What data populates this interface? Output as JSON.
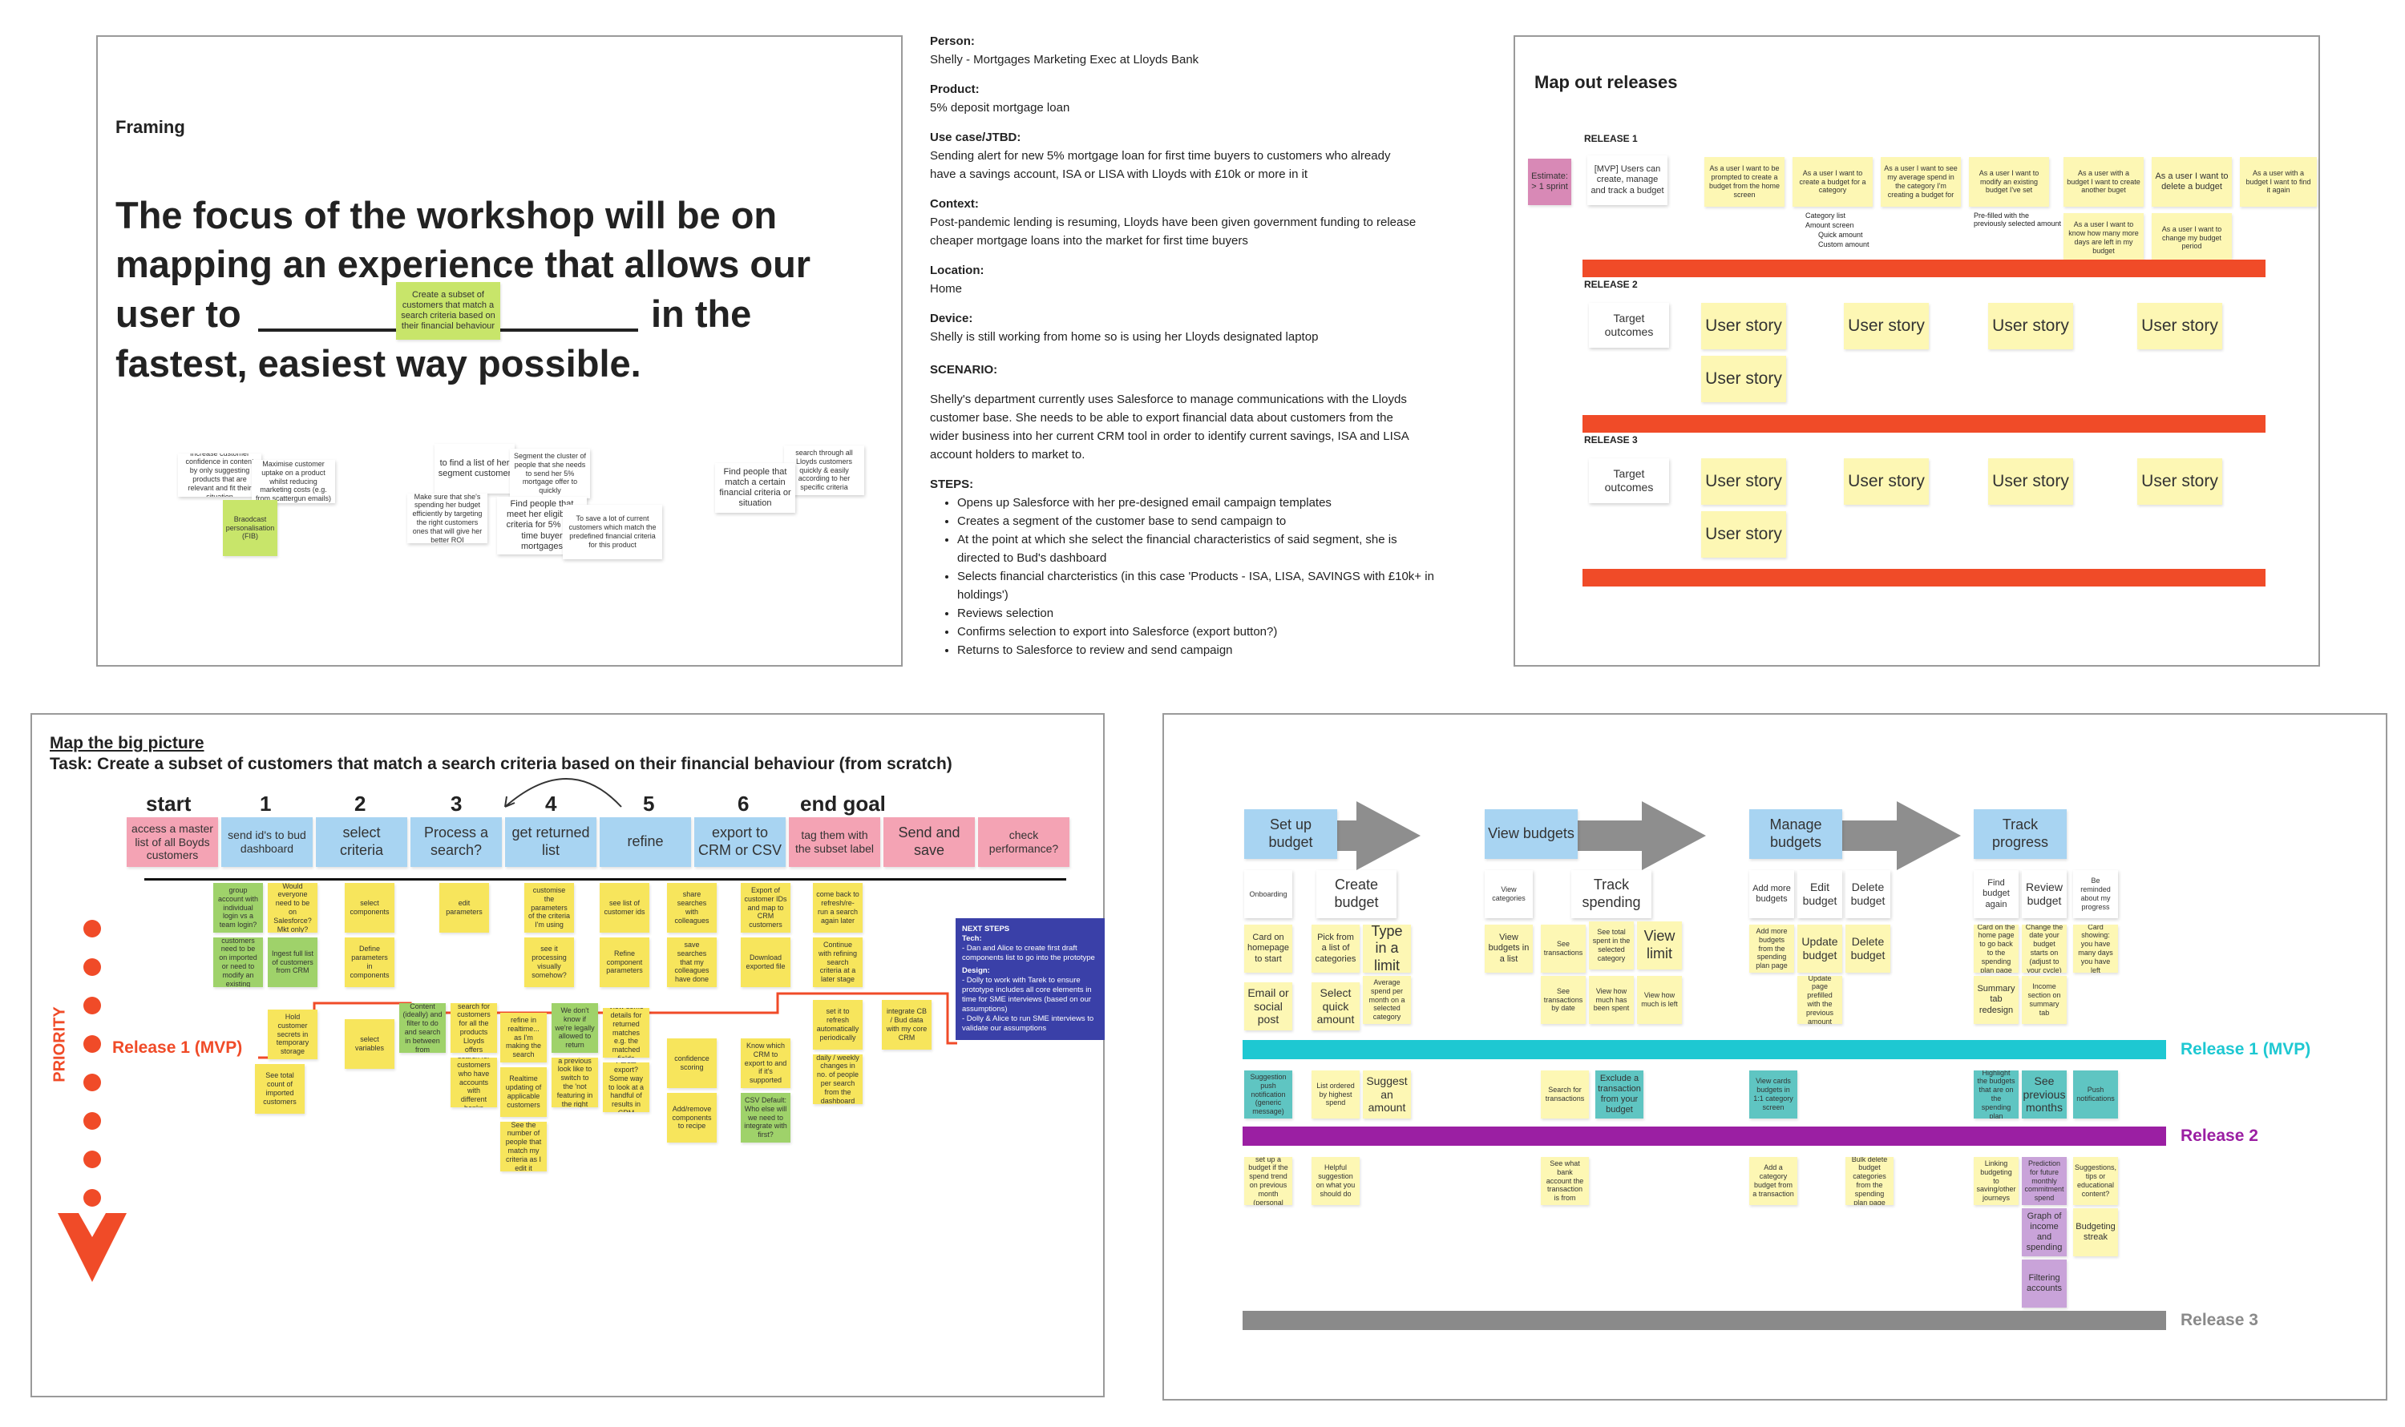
{
  "framing": {
    "title": "Framing",
    "headline_a": "The focus of the workshop will be on",
    "headline_b": "mapping an experience that allows our",
    "headline_c1": "user to",
    "headline_c2": "in the",
    "headline_d": "fastest, easiest way possible.",
    "blank_note": "Create a subset of customers that match a search criteria based on their financial behaviour",
    "notes": [
      "Increase customer confidence in content by only suggesting products that are relevant and fit their situation",
      "Maximise customer uptake on a product whilst reducing marketing costs (e.g. from scattergun emails)",
      "Braodcast personalisation (FIB)",
      "to find a list of her segment customer",
      "Segment the cluster of people that she needs to send her 5% mortgage offer to quickly",
      "Make sure that she's spending her budget efficiently by targeting the right customers ones that will give her better ROI",
      "Find people that meet her eligibility criteria for 5% first time buyer mortgages",
      "To save a lot of current customers which match the predefined financial criteria for this product",
      "search through all Lloyds customers quickly & easily according to her specific criteria",
      "Find people that match a certain financial criteria or situation"
    ]
  },
  "persona": {
    "person_label": "Person:",
    "person": "Shelly - Mortgages Marketing Exec at Lloyds Bank",
    "product_label": "Product:",
    "product": "5% deposit mortgage loan",
    "usecase_label": "Use case/JTBD:",
    "usecase_1": "Sending alert for new 5% mortgage loan for first time buyers to customers who already",
    "usecase_2": "have a savings account, ISA or LISA with Lloyds with £10k or more in it",
    "context_label": "Context:",
    "context_1": "Post-pandemic lending is resuming, Lloyds have been given government funding to release",
    "context_2": "cheaper mortgage loans into the market for first time buyers",
    "location_label": "Location:",
    "location": "Home",
    "device_label": "Device:",
    "device": "Shelly is still working from home so is using her Lloyds designated laptop",
    "scenario_label": "SCENARIO:",
    "scenario_1": "Shelly's department currently uses Salesforce to manage communications with the Lloyds",
    "scenario_2": "customer base. She needs to be able to export financial data about customers from the",
    "scenario_3": "wider business into her current CRM tool in order to identify current savings, ISA and LISA",
    "scenario_4": "account holders to market to.",
    "steps_label": "STEPS:",
    "steps": [
      "Opens up Salesforce with her pre-designed email campaign templates",
      "Creates a segment of the customer base to send campaign to",
      "At the point at which she select the financial characteristics of said segment, she is",
      "directed to Bud's dashboard",
      "Selects financial charcteristics (in this case 'Products - ISA, LISA, SAVINGS with £10k+ in",
      "holdings')",
      "Reviews selection",
      "Confirms selection to export into Salesforce (export button?)",
      "Returns to Salesforce to review and send campaign"
    ]
  },
  "releases": {
    "title": "Map out releases",
    "release_1": "RELEASE 1",
    "release_2": "RELEASE 2",
    "release_3": "RELEASE 3",
    "estimate": "Estimate: > 1 sprint",
    "mvp_note": "[MVP] Users can create, manage and track a budget",
    "stories": [
      "As a user I want to be prompted to create a budget from the home screen",
      "As a user I want to create a budget for a category",
      "As a user I want to see my average spend in the category I'm creating a budget for",
      "As a user I want to modify an existing budget I've set",
      "As a user with a budget I want to create another buget",
      "As a user I want to delete a budget",
      "As a user with a budget I want to find it again"
    ],
    "stories_row2": [
      "As a user I want to know how many more days are left in my budget",
      "As a user I want to change my budget period"
    ],
    "sub_1": "Category list",
    "sub_2": "Amount screen",
    "sub_3": "Quick amount",
    "sub_4": "Custom amount",
    "sub_5": "Pre-filled with the previously selected amount",
    "target": "Target outcomes",
    "user_story": "User story"
  },
  "bigpicture": {
    "title": "Map the big picture",
    "task": "Task: Create a subset of customers that match a search criteria based on their financial behaviour (from scratch)",
    "step_labels": [
      "start",
      "1",
      "2",
      "3",
      "4",
      "5",
      "6",
      "end goal"
    ],
    "steps": [
      "access a master list of all Boyds customers",
      "send id's to bud dashboard",
      "select criteria",
      "Process a search?",
      "get returned list",
      "refine",
      "export to CRM or CSV",
      "tag them with the subset label",
      "Send and save",
      "check performance?"
    ],
    "priority": "PRIORITY",
    "release_mvp": "Release 1 (MVP)",
    "next_steps_title": "NEXT STEPS",
    "next_steps_tech": "Tech:",
    "next_steps_1": "- Dan and Alice to create first draft components list to go into the prototype",
    "next_steps_design": "Design:",
    "next_steps_2": "- Dolly to work with Tarek to ensure prototype includes all core elements in time for SME interviews (based on our assumptions)",
    "next_steps_3": "- Dolly & Alice to run SME interviews to validate our assumptions",
    "cards": {
      "c1": "group account with individual login vs a team login?",
      "c2": "Would everyone need to be on Salesforce? Mkt only?",
      "c3": "Ingest full list of customers from CRM",
      "c4": "Would customers need to be on imported or need to modify an existing segment?",
      "c5": "select components",
      "c6": "Define parameters in components",
      "c7": "edit parameters",
      "c8": "customise the parameters of the criteria I'm using",
      "c9": "see it processing visually somehow?",
      "c10": "see list of customer ids",
      "c11": "Refine component parameters",
      "c12": "share searches with colleagues",
      "c13": "save searches that my colleagues have done",
      "c14": "Export of customer IDs and map to CRM customers",
      "c15": "Download exported file",
      "c16": "come back to refresh/re-run a search again later",
      "c17": "Continue with refining search criteria at a later stage",
      "c18": "Hold customer secrets in temporary storage",
      "c19": "See total count of imported customers",
      "c20": "select variables",
      "c21": "Search Content (ideally) and filter to do and search in between from Salesforce",
      "c22": "search for customers for all the products Lloyds offers",
      "c23": "search for customers who have accounts with different banks",
      "c24": "refine in realtime... as I'm making the search",
      "c25": "Realtime updating of applicable customers",
      "c26": "See the number of people that match my criteria as I edit it",
      "c27": "We don't know if we're legally allowed to return",
      "c28": "What would a previous look like to switch to the 'not featuring in the right criteria?'",
      "c29": "View some details for returned matches e.g. the matched fields",
      "c30": "Partial export? Some way to look at a handful of results in CRM",
      "c31": "confidence scoring",
      "c32": "Add/remove components to recipe",
      "c33": "Know which CRM to export to and if it's supported",
      "c34": "CSV Default: Who else will we need to integrate with first?",
      "c35": "set it to refresh automatically periodically",
      "c36": "daily / weekly changes in no. of people per search from the dashboard",
      "c37": "integrate CB / Bud data with my core CRM"
    }
  },
  "budget": {
    "steps": [
      "Set up budget",
      "View budgets",
      "Manage budgets",
      "Track progress"
    ],
    "release_1": "Release 1 (MVP)",
    "release_2": "Release 2",
    "release_3": "Release 3",
    "cards": {
      "onboarding": "Onboarding",
      "create_budget": "Create budget",
      "view_categories": "View categories",
      "track_spending": "Track spending",
      "add_more": "Add more budgets",
      "edit_budget": "Edit budget",
      "delete_budget": "Delete budget",
      "find_budget": "Find budget again",
      "review_budget": "Review budget",
      "be_reminded": "Be reminded about my progress",
      "card_home": "Card on homepage to start",
      "pick_list": "Pick from a list of categories",
      "type_limit": "Type in a limit",
      "avg_spend": "Average spend per month on a selected category",
      "email_post": "Email or social post",
      "quick_amount": "Select quick amount",
      "view_list": "View budgets in a list",
      "see_transactions": "See transactions",
      "see_total": "See total spent in the selected category",
      "view_limit": "View limit",
      "see_by_date": "See transactions by date",
      "how_much_spent": "View how much has been spent",
      "how_much_left": "View how much is left",
      "add_home": "Add more budgets from the spending plan page",
      "update_budget": "Update budget",
      "delete_budget_2": "Delete budget",
      "update_page": "Update page prefilled with the previous amount",
      "card_home_2": "Card on the home page to go back to the spending plan page",
      "change_budget": "Change the date your budget starts on (adjust to your cycle)",
      "card_showing": "Card showing: you have many days you have left",
      "summary_tab": "Summary tab redesign",
      "income_section": "Income section on summary tab",
      "suggestion_push": "Suggestion push notification (generic message)",
      "list_ordered": "List ordered by highest spend",
      "suggest_amount": "Suggest an amount",
      "search_transactions": "Search for transactions",
      "exclude_transaction": "Exclude a transaction from your budget",
      "view_cat_budgets": "View cards budgets in 1:1 category screen",
      "highlight": "Highlight the budgets that are on the spending plan",
      "see_prev": "See previous months",
      "push_notifications": "Push notifications",
      "prompt": "Prompt to set up a budget if the spend trend on previous month (personal insight)",
      "helpful": "Helpful suggestion on what you should do",
      "see_bank": "See what bank account the transaction is from",
      "add_category": "Add a category budget from a transaction",
      "bulk_delete": "Bulk delete budget categories from the spending plan page",
      "linking": "Linking budgeting to saving/other journeys",
      "prediction": "Prediction for future monthly commitment spend",
      "suggestions": "Suggestions, tips or educational content?",
      "graph": "Graph of income and spending",
      "streak": "Budgeting streak",
      "filtering": "Filtering accounts"
    }
  },
  "colors": {
    "frame_border": "#9a9a9a",
    "release_red": "#f04b28",
    "release_cyan": "#1ec8d2",
    "release_purple": "#9b1fa3",
    "release_grey": "#8a8a8a",
    "step_blue": "#a8d4f2",
    "step_pink": "#f4a3b4",
    "next_steps_bg": "#3a40a8"
  }
}
